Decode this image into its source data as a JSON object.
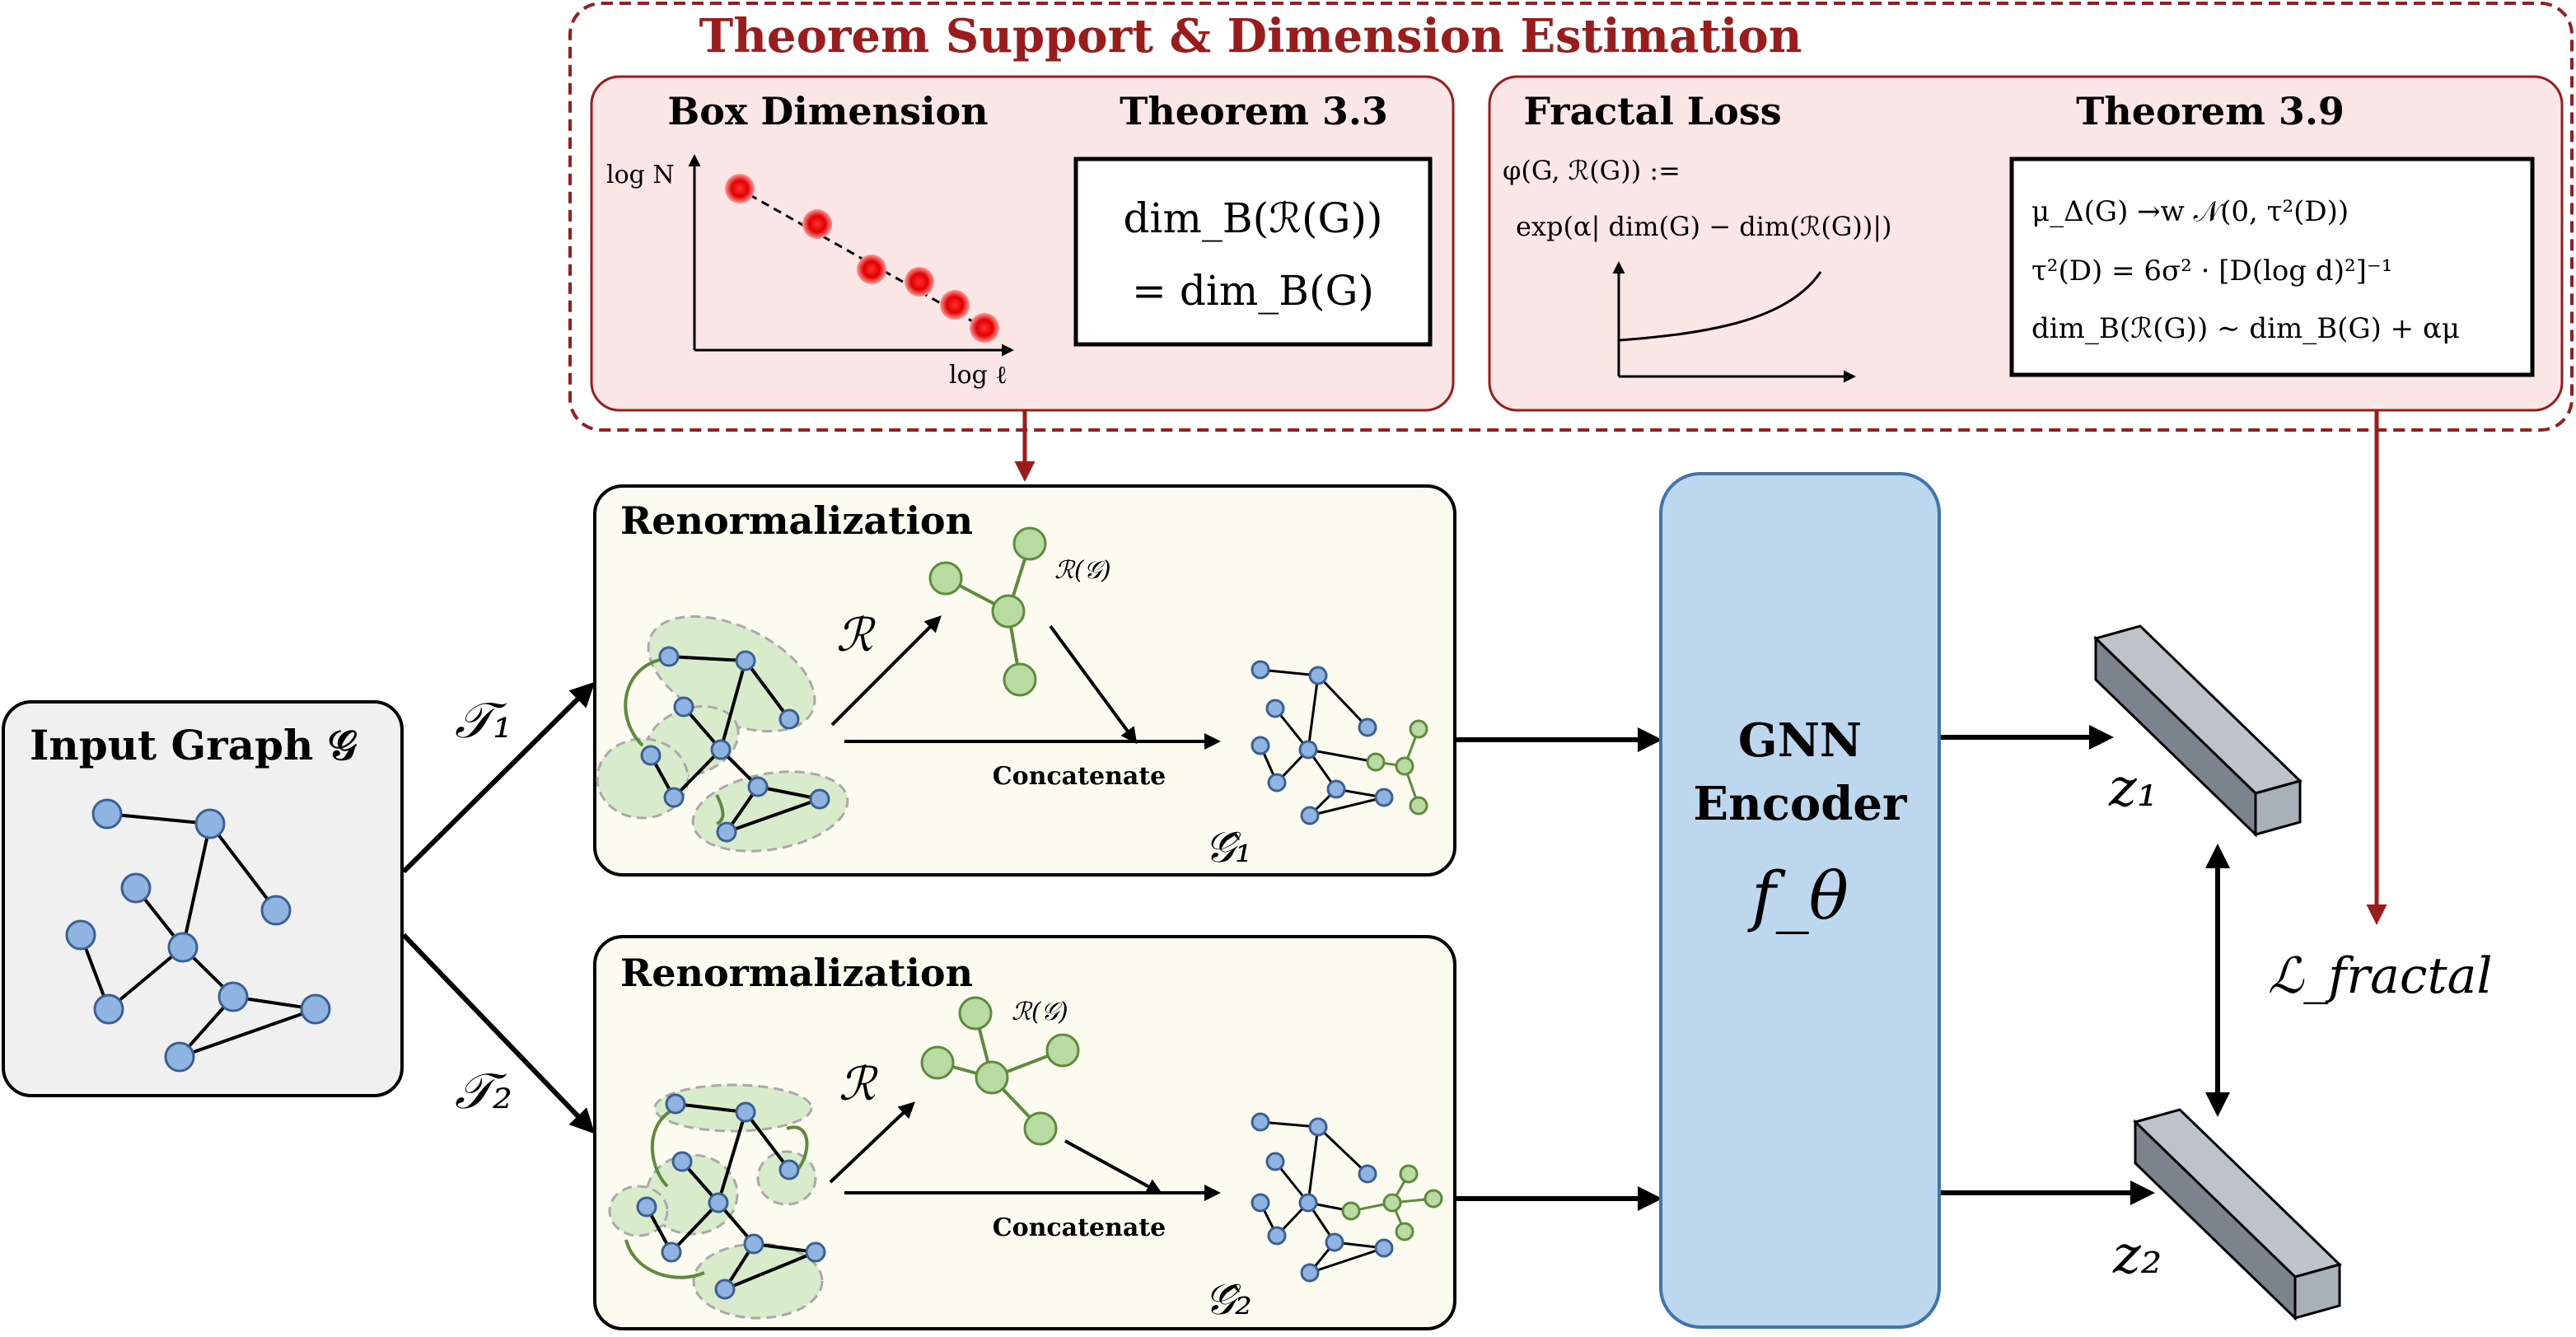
{
  "theorem_panel": {
    "title": "Theorem Support & Dimension Estimation",
    "box_dimension": {
      "heading": "Box Dimension",
      "y_axis_label": "log N",
      "x_axis_label": "log ℓ"
    },
    "theorem_33": {
      "heading": "Theorem 3.3",
      "line1": "dim_B(ℛ(G))",
      "line2": "= dim_B(G)"
    },
    "fractal_loss": {
      "heading": "Fractal Loss",
      "formula_line1": "φ(G, ℛ(G)) :=",
      "formula_line2": "exp(α| dim(G) − dim(ℛ(G))|)"
    },
    "theorem_39": {
      "heading": "Theorem 3.9",
      "line1": "μ_Δ(G) →w 𝒩(0, τ²(D))",
      "line2": "τ²(D) = 6σ² · [D(log d)²]⁻¹",
      "line3": "dim_B(ℛ(G)) ∼ dim_B(G) + αμ"
    }
  },
  "input_graph": {
    "label": "Input Graph 𝒢"
  },
  "transforms": {
    "t1": "𝒯₁",
    "t2": "𝒯₂"
  },
  "renorm_top": {
    "title": "Renormalization",
    "operator": "ℛ",
    "coarse_label": "ℛ(𝒢)",
    "concat_label": "Concatenate",
    "output_label": "𝒢̂₁"
  },
  "renorm_bottom": {
    "title": "Renormalization",
    "operator": "ℛ",
    "coarse_label": "ℛ(𝒢)",
    "concat_label": "Concatenate",
    "output_label": "𝒢̂₂"
  },
  "encoder": {
    "line1": "GNN",
    "line2": "Encoder",
    "symbol": "f_θ"
  },
  "embeddings": {
    "z1": "z₁",
    "z2": "z₂"
  },
  "loss": {
    "label": "ℒ_fractal"
  },
  "colors": {
    "dark_red": "#9b1c1c",
    "panel_fill": "#fbe6e6",
    "renorm_fill": "#fbfbef",
    "encoder_fill": "#bcd7ee",
    "node_blue": "#8fb4e2",
    "node_green": "#b8dba2"
  }
}
